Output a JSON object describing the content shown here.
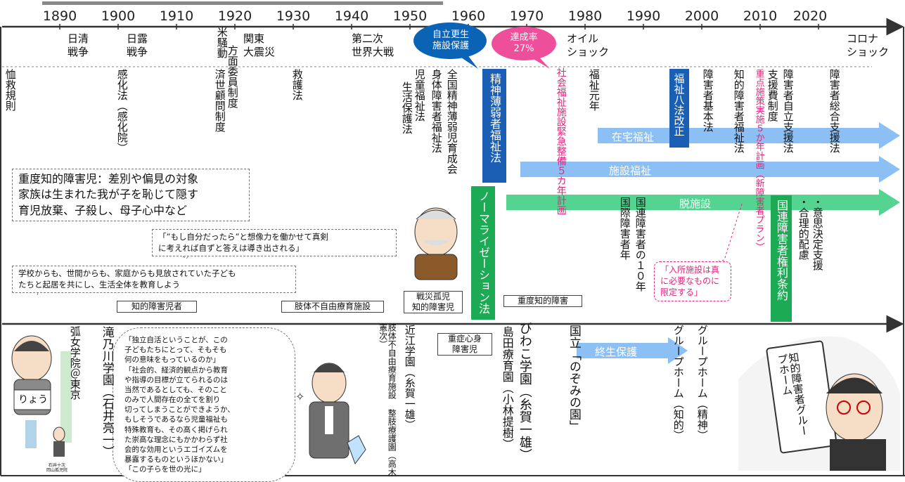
{
  "years": [
    "1890",
    "1900",
    "1910",
    "1920",
    "1930",
    "1940",
    "1950",
    "1960",
    "1970",
    "1980",
    "1990",
    "2000",
    "2010",
    "2020"
  ],
  "top_events": [
    {
      "text": "日清\n戦争",
      "vertical": false
    },
    {
      "text": "日露\n戦争",
      "vertical": false
    },
    {
      "text": "米騒動",
      "vertical": true
    },
    {
      "text": "関東\n大震災",
      "vertical": false
    },
    {
      "text": "第二次\n世界大戦",
      "vertical": false
    },
    {
      "text": "オイル\nショック",
      "vertical": false
    },
    {
      "text": "コロナ\nショック",
      "vertical": false
    }
  ],
  "ovals": {
    "blue": {
      "text": "自立更生\n施設保護",
      "color": "#0b63b6"
    },
    "pink": {
      "text": "達成率\n27%",
      "color": "#ee4f9b"
    }
  },
  "laws": {
    "l1": "恤救規則",
    "l2": "感化法（感化院）",
    "l3": "方面委員制度",
    "l4": "済世顧問制度",
    "l5": "救護法",
    "l6": "生活保護法",
    "l7": "児童福祉法",
    "l8": "身体障害者福祉法",
    "l9": "全国精神薄弱児育成会",
    "l10": "精神薄弱者福祉法",
    "l11": "社会福祉施設緊急整備５カ年計画",
    "l12": "福祉元年",
    "l13": "福祉八法改正",
    "l14": "障害者基本法",
    "l15": "知的障害者福祉法",
    "l16": "重点施策実施５か年計画（新障害者プラン）",
    "l17": "支援費制度",
    "l18": "障害者自立支援法",
    "l19": "障害者総合支援法",
    "l20": "ノーマライゼーション法",
    "l21": "国際障害者年",
    "l22": "国連障害者の１０年",
    "l23": "国連障害者権利条約",
    "l24": "・合理的配慮",
    "l25": "・意思決定支援"
  },
  "bands": {
    "home": "在宅福祉",
    "facility": "施設福祉",
    "deinst": "脱施設",
    "lifelong": "終生保護"
  },
  "colors": {
    "blue_band": "#8cc0f4",
    "green_band": "#55d391",
    "dark_blue": "#1a5fb4",
    "green_box": "#1daa55",
    "pink": "#e0257d"
  },
  "notes": {
    "severe_line1": "重度知的障害児：差別や偏見の対象",
    "severe_line2": "家族は生まれた我が子を恥じて隠す",
    "severe_line3": "育児放棄、子殺し、母子心中など",
    "quote_line1": "「”もし自分だったら”と想像力を働かせて真剣",
    "quote_line2": "に考えれば自ずと答えは導き出される」",
    "school_line1": "学校からも、世間からも、家庭からも見放されていた子ども",
    "school_line2": "たちと起居を共にし、生活全体を教育しよう",
    "nyusho": "「入所施設は真\nに必要なものに\n限定する」",
    "big_quote": "「独立自活ということが、この\n子どもたちにとって、そもそも\n何の意味をもっているのか」\n「社会的、経済的観点から教育\nや指導の目標が立てられるのは\n当然であるとしても、そのこと\nのみで人間存在の全てを割り\n切ってしまうことができようか、\nもしそうであるなら児童福祉も\n特殊教育も、その高く掲げられ\nた崇高な理念にもかかわらず社\n会的な効用というエゴイズムを\n暴露するものというほかない」\n「この子らを世の光に」"
  },
  "tags": {
    "intellectual": "知的障害児者",
    "physical": "肢体不自由療育施設",
    "war": "戦災孤児\n知的障害児",
    "severe": "重度知的障害",
    "multiple": "重症心身\n障害児"
  },
  "institutions": {
    "i1": "弧女学院＠東京",
    "i2": "滝乃川学園（石井亮一）",
    "i3": "肢体不自由療育施設 整肢療護園（高木憲次）",
    "i4": "近江学園（糸賀一雄）",
    "i5": "島田療育園（小林提樹）",
    "i6": "びわこ学園（糸賀一雄）",
    "i7": "国立「のぞみの園」",
    "i8": "グループホーム（知的）",
    "i9": "グループホーム（精神）"
  },
  "illustrations": {
    "sign": "りょう",
    "caption": "石井十次\n岡山孤児院",
    "board": "知的障害者グループホーム"
  }
}
